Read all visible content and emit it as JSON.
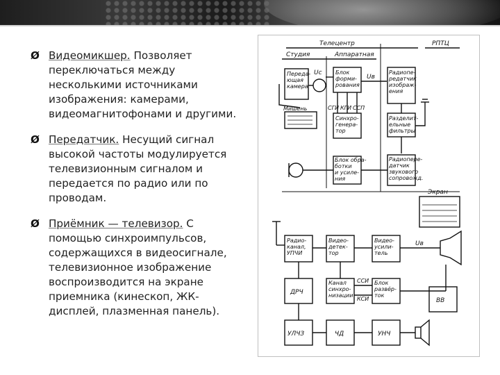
{
  "bullets": [
    {
      "term": "Видеомикшер.",
      "body_lines": [
        " Позволяет",
        "переключаться между",
        "несколькими источниками",
        "изображения: камерами,",
        "видеомагнитофонами и другими."
      ]
    },
    {
      "term": "Передатчик.",
      "body_lines": [
        " Несущий сигнал",
        "высокой частоты модулируется",
        "телевизионным сигналом и",
        "передается по радио или по",
        "проводам."
      ]
    },
    {
      "term": "Приёмник — телевизор.",
      "body_lines": [
        " С",
        "помощью синхроимпульсов,",
        "содержащихся в видеосигнале,",
        "телевизионное изображение",
        "воспроизводится на экране",
        "приемника (кинескоп, ЖК-",
        "дисплей, плазменная панель)."
      ]
    }
  ],
  "bullet_marker": "Ø",
  "diagram": {
    "telecentre": "Телецентр",
    "rptc": "РПТЦ",
    "studio": "Студия",
    "control_room": "Аппаратная",
    "camera": [
      "Переда-",
      "ющая",
      "камера"
    ],
    "u_c": "Uс",
    "blok_form": [
      "Блок",
      "форми-",
      "рования"
    ],
    "u_v": "Uв",
    "radio_tx": [
      "Радиопе-",
      "редатчик",
      "изображ-",
      "ения"
    ],
    "target": "Мишень",
    "sig_labels": [
      "СГИ",
      "КГИ",
      "ССП"
    ],
    "sync_gen": [
      "Синхро-",
      "генера-",
      "тор"
    ],
    "sep_filters": [
      "Разделит-",
      "ельные",
      "фильтры"
    ],
    "audio_proc": [
      "Блок обра-",
      "ботки",
      "и усиле-",
      "ния"
    ],
    "audio_tx": [
      "Радиопере-",
      "датчик",
      "звукового",
      "сопровожд."
    ],
    "screen": "Экран",
    "radio_channel": [
      "Радио-",
      "канал,",
      "УПЧИ"
    ],
    "video_det": [
      "Видео-",
      "детек-",
      "тор"
    ],
    "video_amp": [
      "Видео-",
      "усили-",
      "тель"
    ],
    "u_v2": "Uв",
    "drch": "ДРЧ",
    "sync_channel": [
      "Канал",
      "синхро-",
      "низации"
    ],
    "ssi": "ССИ",
    "ksi": "КСИ",
    "scan_block": [
      "Блок",
      "развёр-",
      "ток"
    ],
    "vv": "ВВ",
    "ulchz": "УЛЧЗ",
    "chd": "ЧД",
    "unch": "УНЧ"
  }
}
